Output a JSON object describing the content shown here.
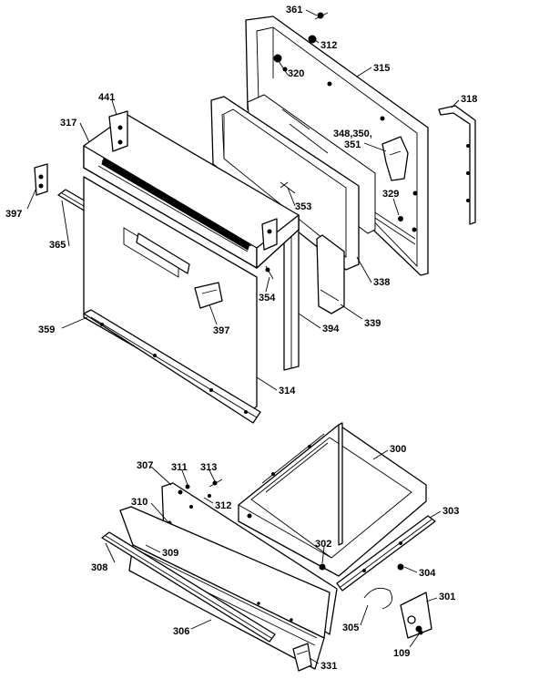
{
  "labels": {
    "p361": "361",
    "p312a": "312",
    "p315": "315",
    "p320": "320",
    "p318": "318",
    "p441": "441",
    "p317": "317",
    "p348": "348,350,",
    "p351": "351",
    "p329": "329",
    "p353": "353",
    "p397a": "397",
    "p365": "365",
    "p354": "354",
    "p338": "338",
    "p339": "339",
    "p394": "394",
    "p397b": "397",
    "p359": "359",
    "p314": "314",
    "p300": "300",
    "p307": "307",
    "p311": "311",
    "p313": "313",
    "p310": "310",
    "p312b": "312",
    "p303": "303",
    "p309": "309",
    "p308": "308",
    "p302": "302",
    "p304": "304",
    "p301": "301",
    "p305": "305",
    "p306": "306",
    "p109": "109",
    "p331": "331"
  }
}
